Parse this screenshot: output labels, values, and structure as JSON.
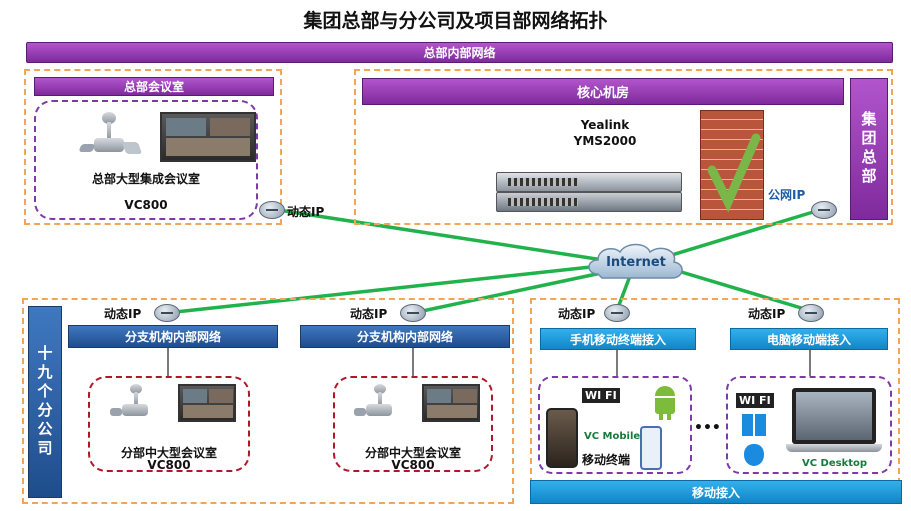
{
  "title": "集团总部与分公司及项目部网络拓扑",
  "hq_network_label": "总部内部网络",
  "hq_meeting_room": {
    "header": "总部会议室",
    "room_name": "总部大型集成会议室",
    "device": "VC800",
    "ip": "动态IP"
  },
  "core_room": {
    "header": "核心机房",
    "server_brand": "Yealink",
    "server_model": "YMS2000",
    "ip": "公网IP"
  },
  "hq_side_label": "集团总部",
  "internet_label": "Internet",
  "branches_side_label": "十九个分公司",
  "branches": [
    {
      "ip": "动态IP",
      "network": "分支机构内部网络",
      "room_name": "分部中大型会议室",
      "device": "VC800"
    },
    {
      "ip": "动态IP",
      "network": "分支机构内部网络",
      "room_name": "分部中大型会议室",
      "device": "VC800"
    }
  ],
  "mobile": {
    "phone": {
      "ip": "动态IP",
      "header": "手机移动终端接入",
      "wifi": "WI FI",
      "app": "VC Mobile",
      "caption": "移动终端"
    },
    "pc": {
      "ip": "动态IP",
      "header": "电脑移动端接入",
      "wifi": "WI FI",
      "app": "VC Desktop"
    },
    "ellipsis": "•••",
    "footer": "移动接入"
  },
  "colors": {
    "link": "#22b24c",
    "purple": "#8a34a8",
    "blue": "#23508f",
    "cyan": "#1a9ae0",
    "orange_dash": "#f0a55a"
  }
}
